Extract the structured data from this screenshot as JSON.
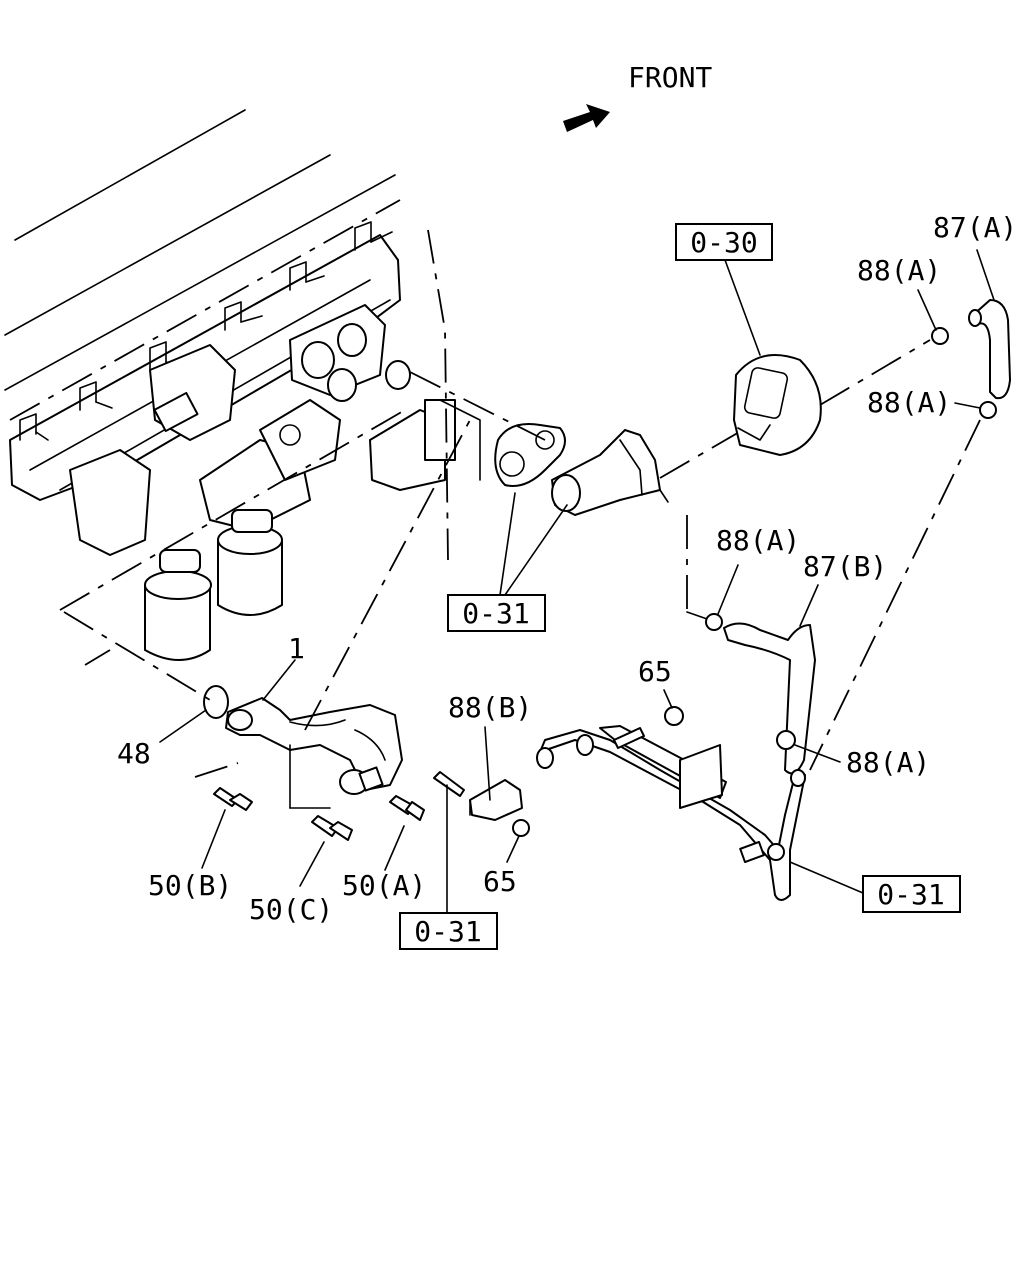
{
  "direction": {
    "label": "FRONT",
    "arrow_icon": "front-arrow-icon"
  },
  "references": {
    "ref_0_30": "0-30",
    "ref_0_31_center": "0-31",
    "ref_0_31_bottom": "0-31",
    "ref_0_31_right": "0-31"
  },
  "callouts": {
    "c_1": "1",
    "c_48": "48",
    "c_50a": "50(A)",
    "c_50b": "50(B)",
    "c_50c": "50(C)",
    "c_65_top": "65",
    "c_65_bottom": "65",
    "c_87a": "87(A)",
    "c_87b": "87(B)",
    "c_88a_top": "88(A)",
    "c_88a_mid": "88(A)",
    "c_88a_center": "88(A)",
    "c_88a_low": "88(A)",
    "c_88b": "88(B)"
  }
}
